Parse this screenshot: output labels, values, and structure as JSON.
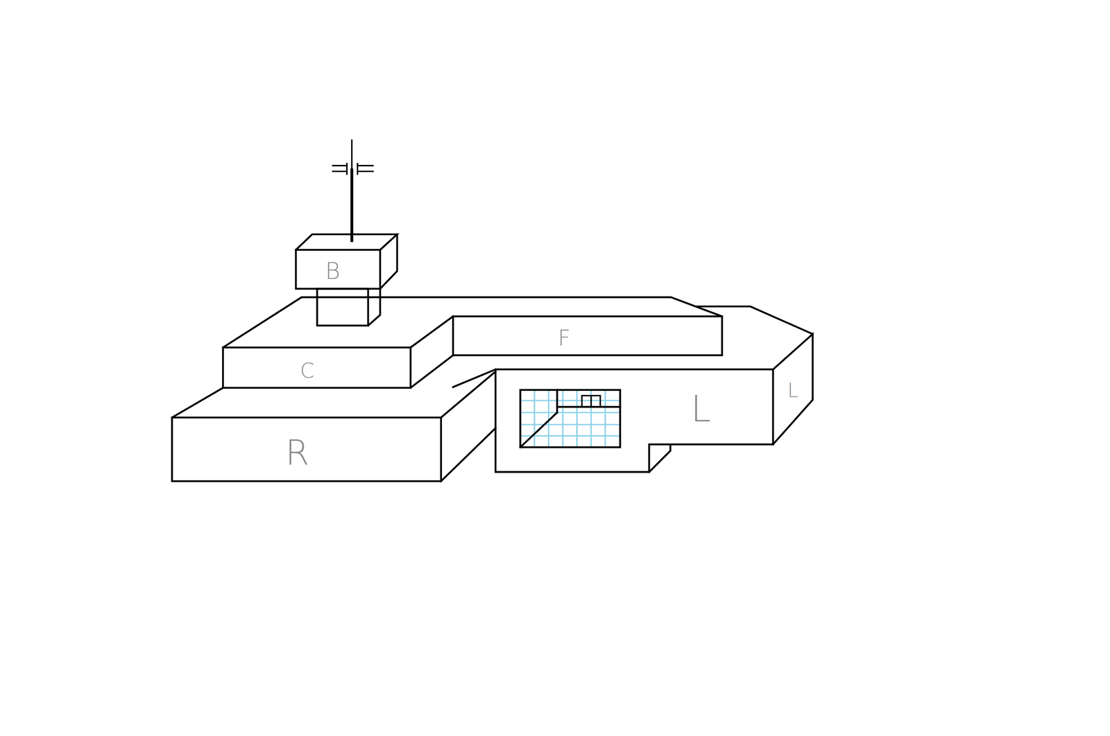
{
  "diagram": {
    "nodes": [
      {
        "text": [
          "B"
        ]
      },
      {
        "text": [
          "C"
        ]
      },
      {
        "text": [
          "F"
        ]
      },
      {
        "text": [
          "R"
        ]
      },
      {
        "text": [
          "L"
        ]
      },
      {
        "text": [
          "L"
        ]
      }
    ]
  }
}
